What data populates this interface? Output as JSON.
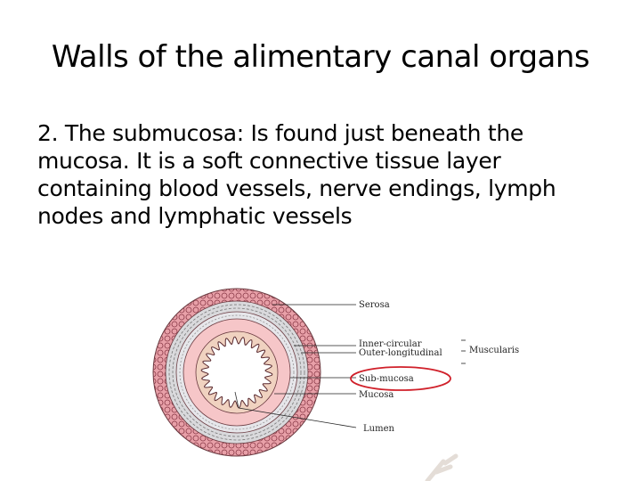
{
  "slide": {
    "title": "Walls of the alimentary canal organs",
    "body": "2. The submucosa: Is found just beneath the mucosa. It is a soft connective tissue layer containing blood vessels, nerve endings, lymph nodes and lymphatic vessels"
  },
  "figure": {
    "labels": {
      "serosa": "Serosa",
      "inner_circular": "Inner-circular",
      "outer_longitudinal": "Outer-longitudinal",
      "muscularis": "Muscularis",
      "sub_mucosa": "Sub-mucosa",
      "mucosa": "Mucosa",
      "lumen": "Lumen"
    },
    "highlighted_label": "Sub-mucosa",
    "colors": {
      "serosa": "#e8a0a8",
      "muscle": "#d9d9dc",
      "submucosa": "#f6c6c8",
      "mucosa": "#f0d2c0",
      "lumen": "#ffffff",
      "highlight": "#d0202a",
      "outline": "#6a3a40"
    }
  }
}
